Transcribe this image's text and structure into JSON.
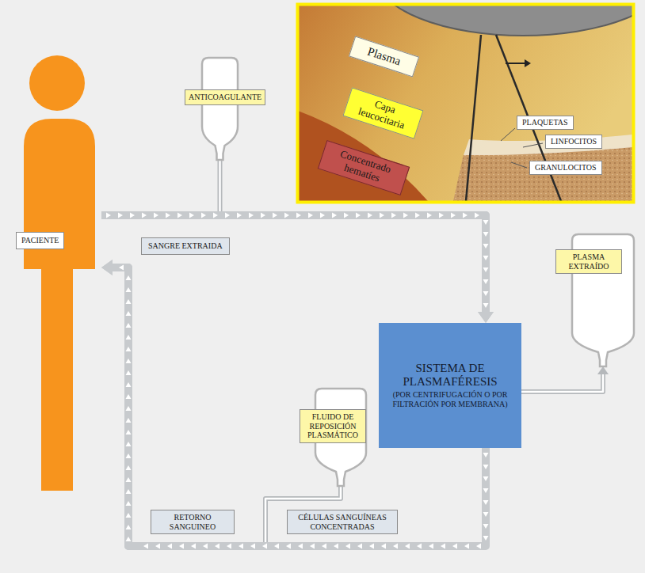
{
  "diagram": {
    "nodes": [
      {
        "text": [
          "Plasma"
        ]
      },
      {
        "text": [
          "Capa leucocitaria"
        ]
      },
      {
        "text": [
          "Concentrado hematíes"
        ]
      },
      {
        "text": [
          "PLAQUETAS"
        ]
      },
      {
        "text": [
          "LINFOCITOS"
        ]
      },
      {
        "text": [
          "GRANULOCITOS"
        ]
      },
      {
        "text": [
          "ANTICOAGULANTE"
        ]
      },
      {
        "text": [
          "PACIENTE"
        ]
      },
      {
        "text": [
          "SANGRE EXTRAIDA"
        ]
      },
      {
        "text": [
          "PLASMA EXTRAÍDO"
        ]
      },
      {
        "text": [
          "SISTEMA DE PLASMAFÉRESIS",
          "(POR CENTRIFUGACIÓN O POR FILTRACIÓN POR MEMBRANA)"
        ]
      },
      {
        "text": [
          "FLUIDO DE REPOSICIÓN PLASMÁTICO"
        ]
      },
      {
        "text": [
          "RETORNO SANGUINEO"
        ]
      },
      {
        "text": [
          "CÉLULAS SANGUÍNEAS CONCENTRADAS"
        ]
      }
    ],
    "edges": [
      {
        "from": 7,
        "to": 10,
        "arrow": "to"
      },
      {
        "from": 6,
        "to": 10,
        "arrow": "to"
      },
      {
        "from": 10,
        "to": 9,
        "arrow": "to"
      },
      {
        "from": 10,
        "to": 7,
        "arrow": "to"
      },
      {
        "from": 11,
        "to": 7,
        "arrow": "to"
      }
    ]
  }
}
